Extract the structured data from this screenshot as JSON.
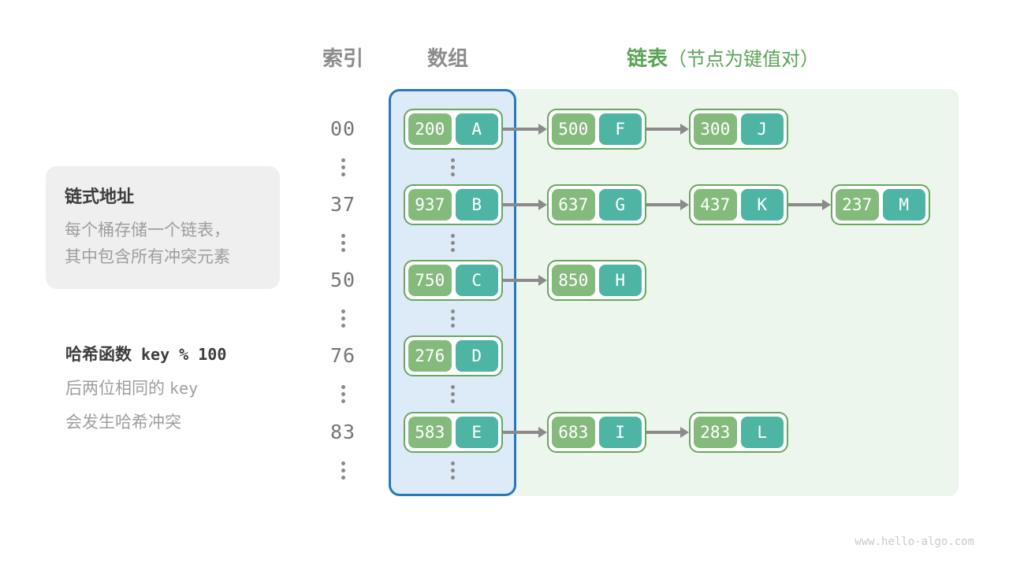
{
  "title_row": {
    "index_header": "索引",
    "array_header": "数组",
    "list_header": "链表",
    "list_header_note": "（节点为键值对）"
  },
  "annotation_card": {
    "title": "链式地址",
    "line1": "每个桶存储一个链表，",
    "line2": "其中包含所有冲突元素"
  },
  "hash_note": {
    "label": "哈希函数",
    "formula": "key % 100",
    "desc_prefix": "后两位相同的",
    "desc_code": "key",
    "desc_line2": "会发生哈希冲突"
  },
  "watermark": "www.hello-algo.com",
  "colors": {
    "key_box": "#84ba7c",
    "value_box": "#4eb5a5",
    "node_border": "#67a75e",
    "array_fill": "#dcebf7",
    "array_border": "#2779be",
    "list_bg": "#edf6ec",
    "header_green": "#5ba357",
    "header_gray": "#8c8c8c",
    "arrow": "#8a8a8a"
  },
  "rows": [
    {
      "index": "00",
      "nodes": [
        {
          "key": "200",
          "value": "A"
        },
        {
          "key": "500",
          "value": "F"
        },
        {
          "key": "300",
          "value": "J"
        }
      ]
    },
    {
      "index": "37",
      "nodes": [
        {
          "key": "937",
          "value": "B"
        },
        {
          "key": "637",
          "value": "G"
        },
        {
          "key": "437",
          "value": "K"
        },
        {
          "key": "237",
          "value": "M"
        }
      ]
    },
    {
      "index": "50",
      "nodes": [
        {
          "key": "750",
          "value": "C"
        },
        {
          "key": "850",
          "value": "H"
        }
      ]
    },
    {
      "index": "76",
      "nodes": [
        {
          "key": "276",
          "value": "D"
        }
      ]
    },
    {
      "index": "83",
      "nodes": [
        {
          "key": "583",
          "value": "E"
        },
        {
          "key": "683",
          "value": "I"
        },
        {
          "key": "283",
          "value": "L"
        }
      ]
    }
  ]
}
